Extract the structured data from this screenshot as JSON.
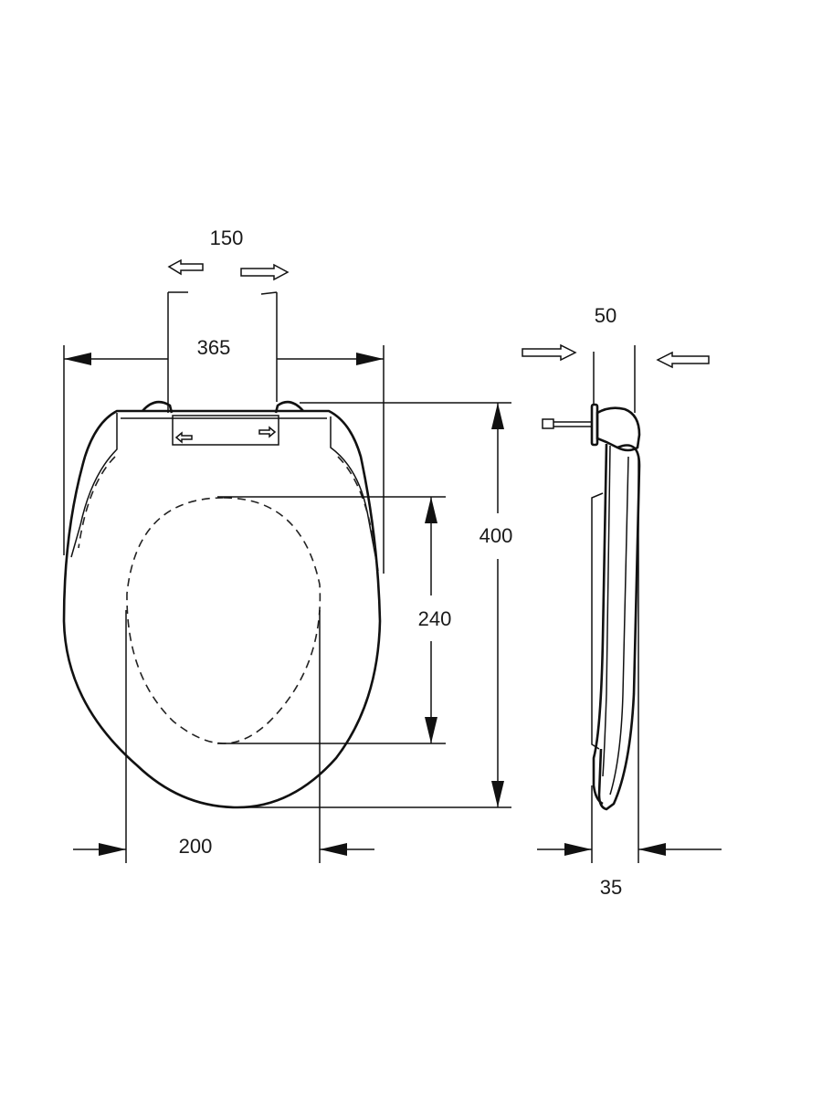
{
  "dimensions": {
    "hinge_adjust": "150",
    "seat_width": "365",
    "seat_length": "400",
    "opening_length": "240",
    "opening_width": "200",
    "hinge_depth": "50",
    "seat_thickness": "35"
  }
}
